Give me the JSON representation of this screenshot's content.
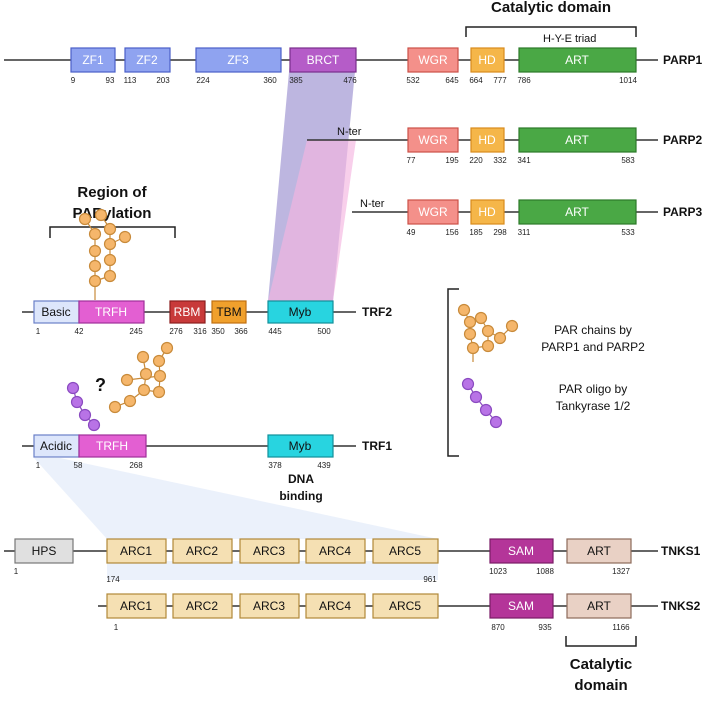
{
  "headings": {
    "catalytic_domain_top": "Catalytic domain",
    "hye_triad": "H-Y-E triad",
    "region_line1": "Region of",
    "region_line2": "PARylation",
    "dna_line1": "DNA",
    "dna_line2": "binding",
    "catalytic_bottom_line1": "Catalytic",
    "catalytic_bottom_line2": "domain",
    "question": "?"
  },
  "legend": {
    "par_chains_line1": "PAR chains by",
    "par_chains_line2": "PARP1 and PARP2",
    "par_oligo_line1": "PAR oligo by",
    "par_oligo_line2": "Tankyrase 1/2"
  },
  "colors": {
    "zf": "#8fa3f0",
    "brct": "#b55cc8",
    "wgr": "#f4908a",
    "hd": "#f5b649",
    "art_parp": "#4aa845",
    "basic": "#dde6fb",
    "trfh": "#e35fd2",
    "rbm": "#c83a3a",
    "tbm": "#f0a02c",
    "myb": "#28d4e0",
    "hps": "#e0e0e0",
    "arc": "#f5e0b3",
    "sam": "#b43599",
    "art_tnks": "#e9d1c5",
    "par_chain": "#f5b66b",
    "par_oligo": "#b873e6"
  },
  "proteins": {
    "parp1": {
      "name": "PARP1",
      "domains": [
        {
          "label": "ZF1",
          "start": "9",
          "end": "93"
        },
        {
          "label": "ZF2",
          "start": "113",
          "end": "203"
        },
        {
          "label": "ZF3",
          "start": "224",
          "end": "360"
        },
        {
          "label": "BRCT",
          "start": "385",
          "end": "476"
        },
        {
          "label": "WGR",
          "start": "532",
          "end": "645"
        },
        {
          "label": "HD",
          "start": "664",
          "end": "777"
        },
        {
          "label": "ART",
          "start": "786",
          "end": "1014"
        }
      ]
    },
    "parp2": {
      "name": "PARP2",
      "nter": "N-ter",
      "domains": [
        {
          "label": "WGR",
          "start": "77",
          "end": "195"
        },
        {
          "label": "HD",
          "start": "220",
          "end": "332"
        },
        {
          "label": "ART",
          "start": "341",
          "end": "583"
        }
      ]
    },
    "parp3": {
      "name": "PARP3",
      "nter": "N-ter",
      "domains": [
        {
          "label": "WGR",
          "start": "49",
          "end": "156"
        },
        {
          "label": "HD",
          "start": "185",
          "end": "298"
        },
        {
          "label": "ART",
          "start": "311",
          "end": "533"
        }
      ]
    },
    "trf2": {
      "name": "TRF2",
      "domains": [
        {
          "label": "Basic",
          "start": "1",
          "end": "42"
        },
        {
          "label": "TRFH",
          "start": "",
          "end": "245"
        },
        {
          "label": "RBM",
          "start": "276",
          "end": "316"
        },
        {
          "label": "TBM",
          "start": "350",
          "end": "366"
        },
        {
          "label": "Myb",
          "start": "445",
          "end": "500"
        }
      ]
    },
    "trf1": {
      "name": "TRF1",
      "domains": [
        {
          "label": "Acidic",
          "start": "1",
          "end": "58"
        },
        {
          "label": "TRFH",
          "start": "",
          "end": "268"
        },
        {
          "label": "Myb",
          "start": "378",
          "end": "439"
        }
      ]
    },
    "tnks1": {
      "name": "TNKS1",
      "domains": [
        {
          "label": "HPS",
          "start": "1",
          "end": ""
        },
        {
          "label": "ARC1",
          "start": "174",
          "end": ""
        },
        {
          "label": "ARC2",
          "start": "",
          "end": ""
        },
        {
          "label": "ARC3",
          "start": "",
          "end": ""
        },
        {
          "label": "ARC4",
          "start": "",
          "end": ""
        },
        {
          "label": "ARC5",
          "start": "",
          "end": "961"
        },
        {
          "label": "SAM",
          "start": "1023",
          "end": "1088"
        },
        {
          "label": "ART",
          "start": "",
          "end": "1327"
        }
      ]
    },
    "tnks2": {
      "name": "TNKS2",
      "domains": [
        {
          "label": "ARC1",
          "start": "1",
          "end": ""
        },
        {
          "label": "ARC2",
          "start": "",
          "end": ""
        },
        {
          "label": "ARC3",
          "start": "",
          "end": ""
        },
        {
          "label": "ARC4",
          "start": "",
          "end": ""
        },
        {
          "label": "ARC5",
          "start": "",
          "end": ""
        },
        {
          "label": "SAM",
          "start": "870",
          "end": "935"
        },
        {
          "label": "ART",
          "start": "",
          "end": "1166"
        }
      ]
    }
  }
}
